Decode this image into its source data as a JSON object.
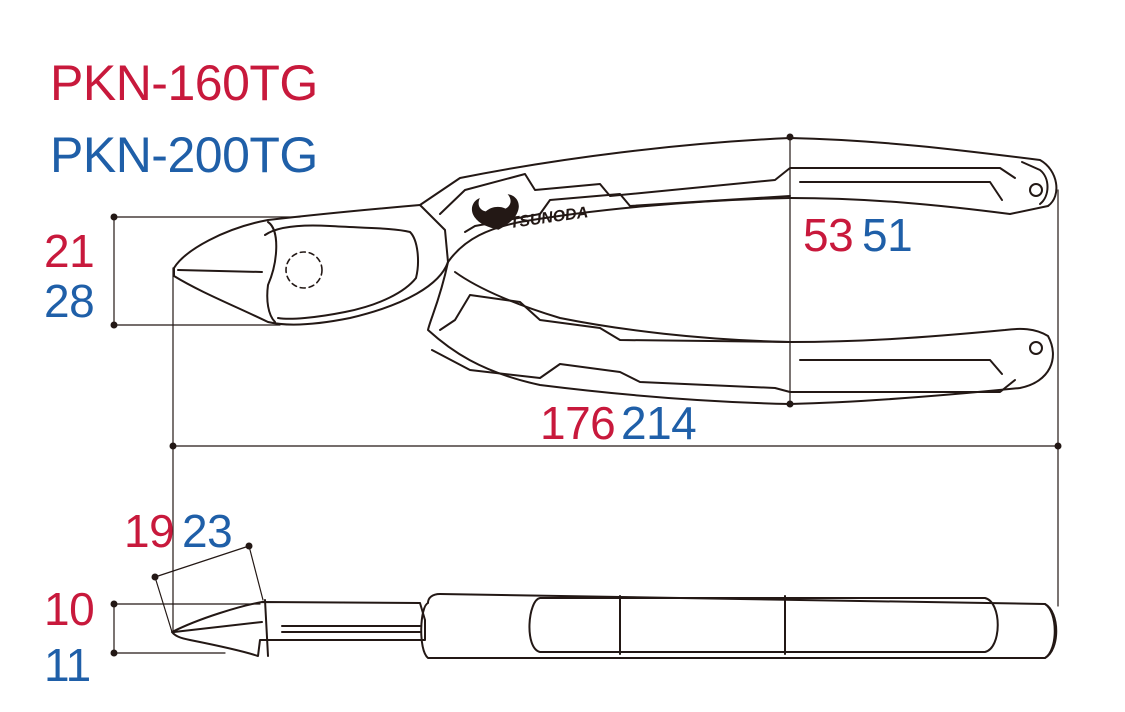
{
  "models": {
    "primary": "PKN-160TG",
    "secondary": "PKN-200TG"
  },
  "brand_logo_text": "TSUNODA",
  "dimensions": {
    "jaw_width": {
      "primary": "21",
      "secondary": "28"
    },
    "grip_width": {
      "primary": "53",
      "secondary": "51"
    },
    "overall_length": {
      "primary": "176",
      "secondary": "214"
    },
    "jaw_length": {
      "primary": "19",
      "secondary": "23"
    },
    "head_thickness": {
      "primary": "10",
      "secondary": "11"
    }
  },
  "colors": {
    "primary_model": "#c8193c",
    "secondary_model": "#1f5fa8",
    "outline": "#231815",
    "background": "#ffffff"
  }
}
